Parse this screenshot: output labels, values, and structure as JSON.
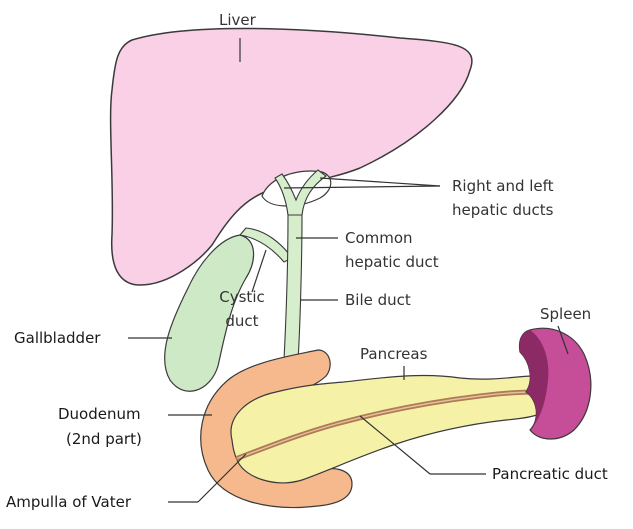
{
  "labels": {
    "liver": "Liver",
    "hepatic_ducts_line1": "Right and left",
    "hepatic_ducts_line2": "hepatic ducts",
    "common_hepatic_line1": "Common",
    "common_hepatic_line2": "hepatic duct",
    "cystic_line1": "Cystic",
    "cystic_line2": "duct",
    "bile_duct": "Bile duct",
    "gallbladder": "Gallbladder",
    "spleen": "Spleen",
    "pancreas": "Pancreas",
    "duodenum_line1": "Duodenum",
    "duodenum_line2": "(2nd part)",
    "pancreatic_duct": "Pancreatic duct",
    "ampulla": "Ampulla of Vater"
  },
  "colors": {
    "liver_fill": "#f9d0e6",
    "liver_stroke": "#3a3a3a",
    "gallbladder_fill": "#cde9c6",
    "duct_fill": "#d7eecd",
    "duodenum_fill": "#f6b98e",
    "pancreas_fill": "#f5f2a8",
    "pancreatic_duct": "#b07a55",
    "spleen_fill": "#c64d97",
    "spleen_shade": "#8c2a66",
    "leader_line": "#333333"
  }
}
